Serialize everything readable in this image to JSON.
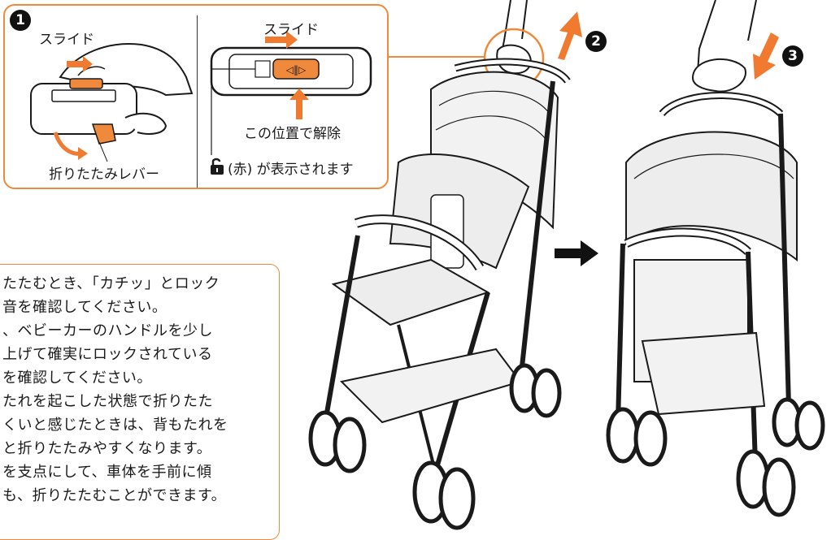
{
  "callout": {
    "step_marker": "1",
    "left_slide_label": "スライド",
    "lever_label": "折りたたみレバー",
    "right_slide_label": "スライド",
    "release_label": "この位置で解除",
    "lock_display_label": "(赤) が表示されます"
  },
  "steps": {
    "step2_marker": "2",
    "step3_marker": "3"
  },
  "notes": {
    "lines": [
      "たたむとき、「カチッ」とロック",
      "音を確認してください。",
      "、ベビーカーのハンドルを少し",
      "上げて確実にロックされている",
      "を確認してください。",
      "たれを起こした状態で折りたた",
      "くいと感じたときは、背もたれを",
      "と折りたたみやすくなります。",
      "を支点にして、車体を手前に傾",
      "も、折りたたむことができます。"
    ]
  },
  "colors": {
    "accent_orange": "#ef8a3c",
    "arrow_orange": "#f07a30",
    "line": "#1a1a1a"
  },
  "icons": {
    "lock_open": "open-padlock-icon",
    "transition": "right-arrow-icon"
  }
}
